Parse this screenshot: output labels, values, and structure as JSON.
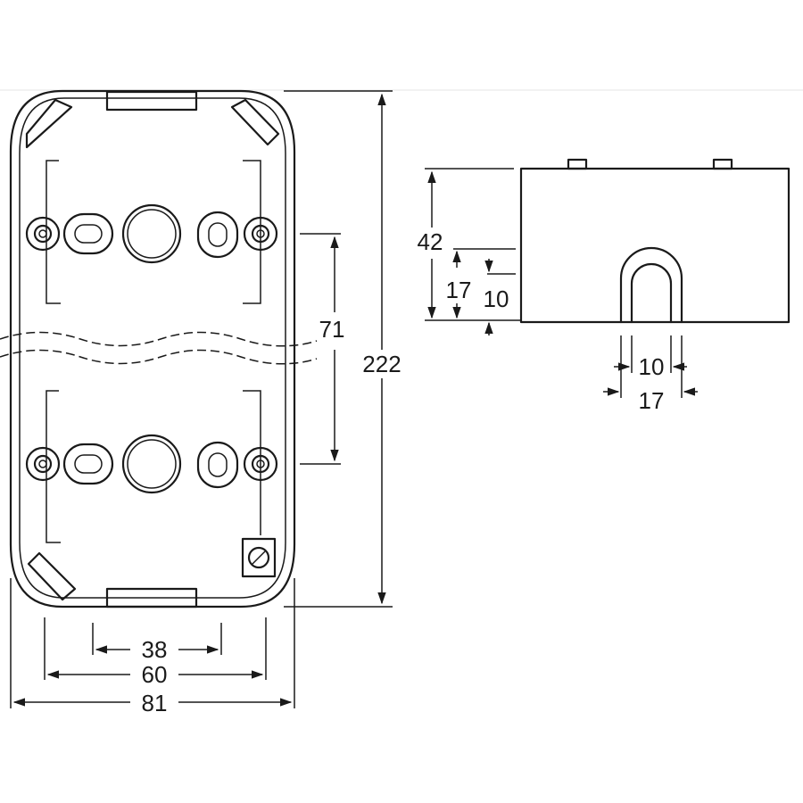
{
  "front_view": {
    "dimensions": {
      "inner_span_label": "38",
      "screw_span_label": "60",
      "overall_width_label": "81",
      "overall_height_label": "222",
      "center_distance_label": "71"
    }
  },
  "side_view": {
    "dimensions": {
      "depth_label": "42",
      "entry_height_label": "17",
      "entry_inner_label": "10",
      "slot_inner_width_label": "10",
      "slot_outer_width_label": "17"
    }
  },
  "colors": {
    "line": "#1a1a1a",
    "background": "#ffffff"
  }
}
